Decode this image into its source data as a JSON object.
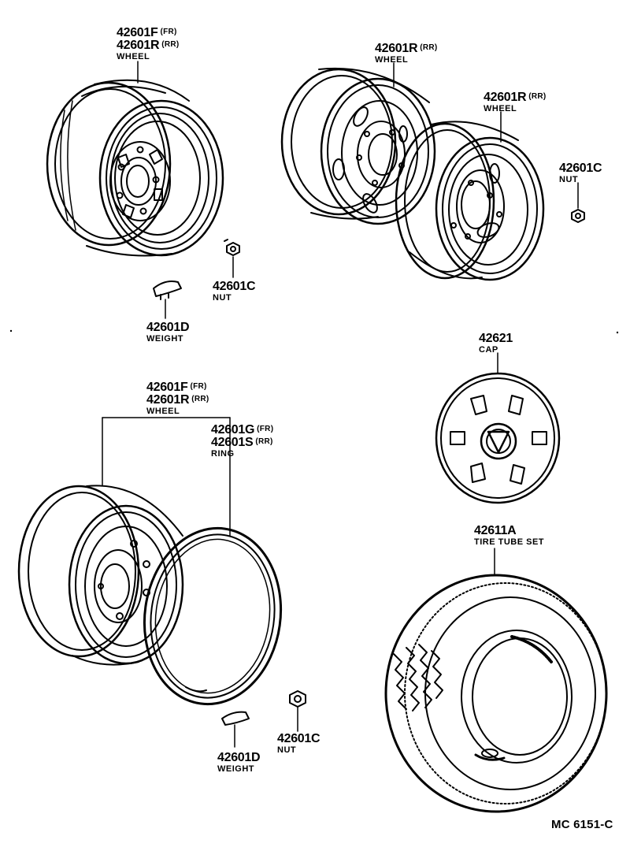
{
  "callouts": {
    "wheel_top_left": {
      "part1": "42601F",
      "suffix1": "(FR)",
      "part2": "42601R",
      "suffix2": "(RR)",
      "name": "WHEEL"
    },
    "wheel_top_mid": {
      "part": "42601R",
      "suffix": "(RR)",
      "name": "WHEEL"
    },
    "wheel_top_right": {
      "part": "42601R",
      "suffix": "(RR)",
      "name": "WHEEL"
    },
    "nut_top_right": {
      "part": "42601C",
      "name": "NUT"
    },
    "nut_top_left": {
      "part": "42601C",
      "name": "NUT"
    },
    "weight_top_left": {
      "part": "42601D",
      "name": "WEIGHT"
    },
    "cap": {
      "part": "42621",
      "name": "CAP"
    },
    "wheel_bottom_left": {
      "part1": "42601F",
      "suffix1": "(FR)",
      "part2": "42601R",
      "suffix2": "(RR)",
      "name": "WHEEL"
    },
    "ring": {
      "part1": "42601G",
      "suffix1": "(FR)",
      "part2": "42601S",
      "suffix2": "(RR)",
      "name": "RING"
    },
    "tire": {
      "part": "42611A",
      "name": "TIRE TUBE SET"
    },
    "weight_bottom": {
      "part": "42601D",
      "name": "WEIGHT"
    },
    "nut_bottom": {
      "part": "42601C",
      "name": "NUT"
    }
  },
  "diagram_code": "MC  6151-C",
  "colors": {
    "ink": "#000000",
    "paper": "#ffffff"
  }
}
